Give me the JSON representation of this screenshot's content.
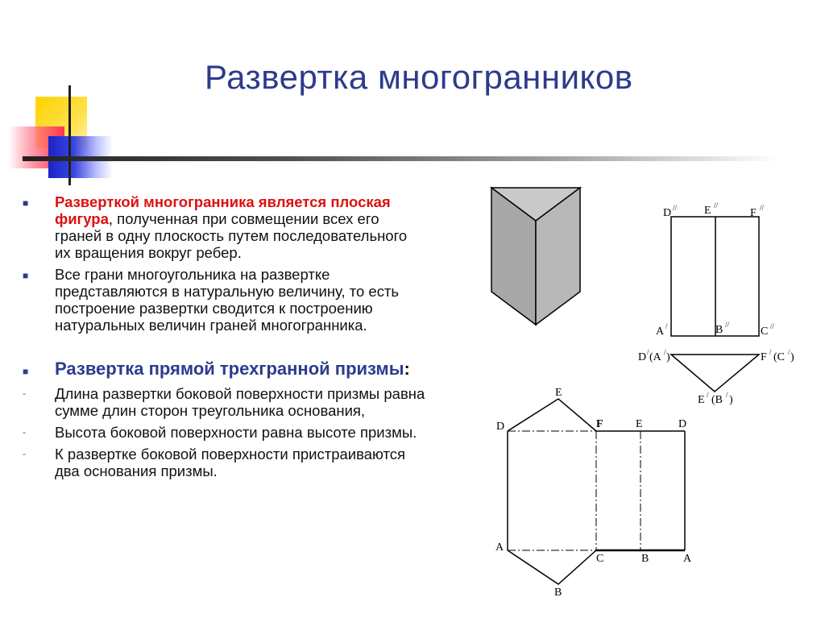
{
  "title": "Развертка многогранников",
  "bullets": [
    {
      "red_text": "Разверткой многогранника является плоская фигура",
      "text": ", полученная при совмещении всех его граней в одну плоскость путем последовательного их вращения вокруг ребер."
    },
    {
      "text": "Все грани многоугольника на развертке представляются в натуральную величину, то есть построение развертки сводится к построению натуральных величин граней многогранника."
    }
  ],
  "section": {
    "heading": "Развертка прямой трехгранной призмы",
    "colon": ":",
    "items": [
      "Длина развертки боковой поверхности призмы равна сумме длин сторон треугольника основания,",
      "Высота боковой поверхности равна высоте призмы.",
      "К развертке боковой поверхности пристраиваются два основания призмы."
    ]
  },
  "diagram": {
    "top_labels": [
      "D",
      "E",
      "F",
      "A",
      "B",
      "C"
    ],
    "top_superscripts": [
      "//",
      "//",
      "//",
      "/",
      "//",
      "//"
    ],
    "tri_labels": {
      "left": "D",
      "left_sup": "/",
      "left_paren": "(A",
      "left_paren_sup": "/",
      "left_close": ")",
      "right": "F",
      "right_sup": "/",
      "right_paren": "(C",
      "right_paren_sup": "/",
      "right_close": ")",
      "bottom": "E",
      "bottom_sup": "/",
      "bottom_paren": "(B",
      "bottom_paren_sup": "/",
      "bottom_close": ")"
    },
    "net_labels": {
      "E_top": "E",
      "D_left": "D",
      "F_mid": "F",
      "E_mid": "E",
      "D_right": "D",
      "A_left": "A",
      "C_mid": "C",
      "B_mid": "B",
      "A_right": "A",
      "B_bottom": "B"
    }
  }
}
